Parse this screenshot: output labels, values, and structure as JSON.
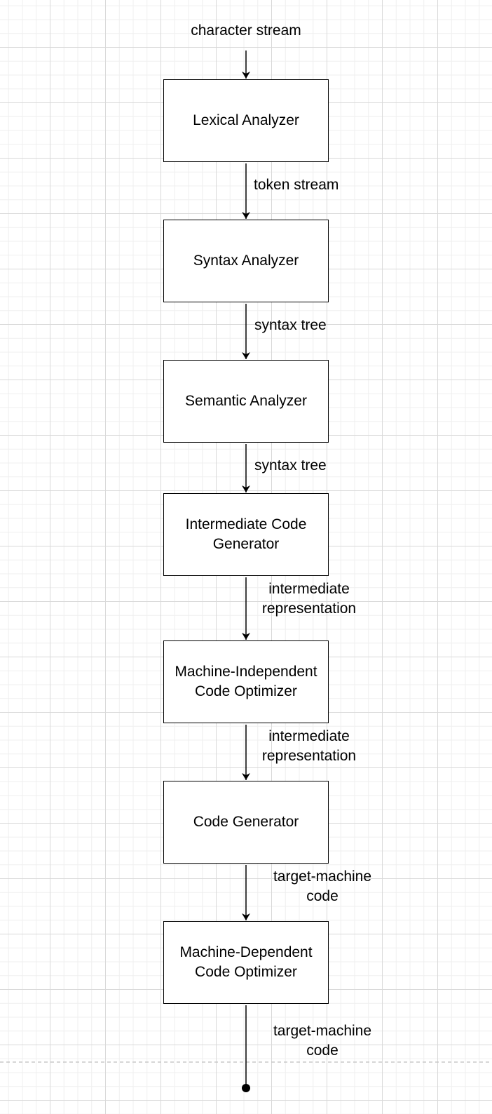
{
  "input_label": "character stream",
  "nodes": [
    {
      "label": "Lexical Analyzer"
    },
    {
      "label": "Syntax Analyzer"
    },
    {
      "label": "Semantic Analyzer"
    },
    {
      "label": "Intermediate Code\nGenerator"
    },
    {
      "label": "Machine-Independent\nCode Optimizer"
    },
    {
      "label": "Code Generator"
    },
    {
      "label": "Machine-Dependent\nCode Optimizer"
    }
  ],
  "edges": [
    {
      "label": "token stream"
    },
    {
      "label": "syntax tree"
    },
    {
      "label": "syntax tree"
    },
    {
      "label": "intermediate\nrepresentation"
    },
    {
      "label": "intermediate\nrepresentation"
    },
    {
      "label": "target-machine\ncode"
    },
    {
      "label": "target-machine\ncode"
    }
  ]
}
